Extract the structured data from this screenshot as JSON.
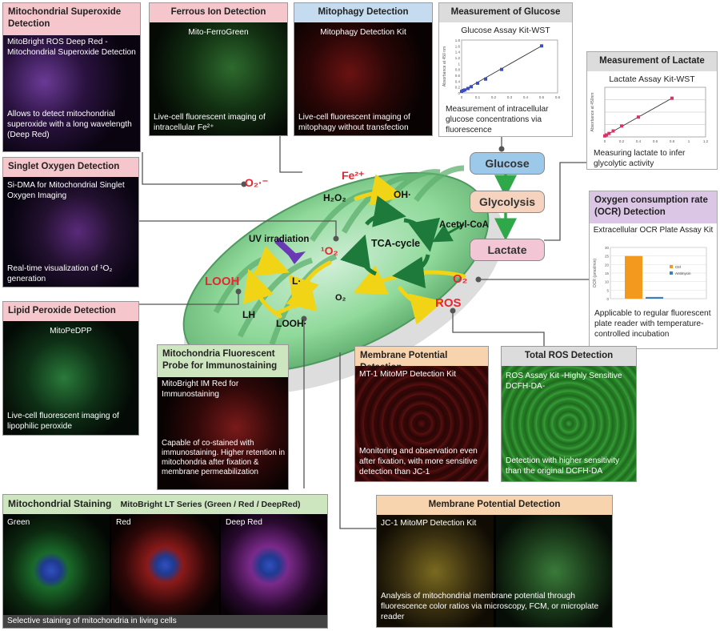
{
  "panels": {
    "superoxide": {
      "title": "Mitochondrial Superoxide Detection",
      "product": "MitoBright ROS Deep Red - Mitochondrial Superoxide Detection",
      "desc": "Allows to detect mitochondrial superoxide with a long wavelength (Deep Red)"
    },
    "ferrous": {
      "title": "Ferrous Ion Detection",
      "product": "Mito-FerroGreen",
      "desc": "Live-cell fluorescent imaging of intracellular Fe²⁺"
    },
    "mitophagy": {
      "title": "Mitophagy Detection",
      "product": "Mitophagy Detection Kit",
      "desc": "Live-cell fluorescent imaging of mitophagy without transfection"
    },
    "glucose": {
      "title": "Measurement of Glucose",
      "product": "Glucose Assay Kit-WST",
      "desc": "Measurement of intracellular glucose concentrations via fluorescence"
    },
    "lactate": {
      "title": "Measurement of Lactate",
      "product": "Lactate Assay Kit-WST",
      "desc": "Measuring lactate to infer glycolytic activity"
    },
    "singlet": {
      "title": "Singlet Oxygen Detection",
      "product": "Si-DMA for Mitochondrial Singlet Oxygen Imaging",
      "desc": "Real-time visualization of ¹O₂ generation"
    },
    "ocr": {
      "title": "Oxygen consumption rate (OCR) Detection",
      "product": "Extracellular OCR Plate Assay Kit",
      "desc": "Applicable to regular fluorescent plate reader with temperature-controlled incubation"
    },
    "lipid": {
      "title": "Lipid Peroxide Detection",
      "product": "MitoPeDPP",
      "desc": "Live-cell fluorescent imaging of lipophilic peroxide"
    },
    "immuno": {
      "title": "Mitochondria Fluorescent Probe for Immunostaining",
      "product": "MitoBright IM Red for Immunostaining",
      "desc": "Capable of co-stained with immunostaining. Higher retention in mitochondria after fixation & membrane permeabilization"
    },
    "membrane1": {
      "title": "Membrane Potential Detection",
      "product": "MT-1 MitoMP Detection Kit",
      "desc": "Monitoring and observation even after fixation, with more sensitive detection than JC-1"
    },
    "totalros": {
      "title": "Total ROS Detection",
      "product": "ROS Assay Kit -Highly Sensitive DCFH-DA-",
      "desc": "Detection with higher sensitivity than the original DCFH-DA"
    },
    "staining": {
      "title": "Mitochondrial Staining",
      "series": "MitoBright LT Series (Green / Red / DeepRed)",
      "green": "Green",
      "red": "Red",
      "deepred": "Deep Red",
      "desc": "Selective staining of mitochondria in living cells"
    },
    "membrane2": {
      "title": "Membrane Potential Detection",
      "product": "JC-1 MitoMP Detection Kit",
      "desc": "Analysis of mitochondrial membrane potential through fluorescence color ratios via microscopy, FCM, or microplate reader"
    }
  },
  "center": {
    "o2_superoxide": "O₂·⁻",
    "fe2": "Fe²⁺",
    "h2o2": "H₂O₂",
    "oh": "OH·",
    "acetyl": "Acetyl-CoA",
    "tca": "TCA-cycle",
    "uv": "UV irradiation",
    "singlet_o2": "¹O₂",
    "looh": "LOOH",
    "l_rad": "L·",
    "lh": "LH",
    "o2_small": "O₂",
    "looh_rad": "LOOH·",
    "o2": "O₂",
    "ros": "ROS",
    "glucose": "Glucose",
    "glycolysis": "Glycolysis",
    "lactate": "Lactate"
  },
  "glucose_chart": {
    "ylabel": "Absorbance at 450 nm",
    "yticks": [
      "1.8",
      "1.6",
      "1.4",
      "1.2",
      "1",
      "0.8",
      "0.6",
      "0.4",
      "0.2",
      "0"
    ],
    "xticks": [
      "0",
      "0.1",
      "0.2",
      "0.3",
      "0.4",
      "0.5",
      "0.6"
    ]
  },
  "lactate_chart": {
    "ylabel": "Absorbance at 450nm",
    "xticks": [
      "0",
      "0.2",
      "0.4",
      "0.6",
      "0.8",
      "1",
      "1.2"
    ]
  },
  "ocr_chart": {
    "ylabel": "OCR (pmol/min)",
    "yticks": [
      "30",
      "25",
      "20",
      "15",
      "10",
      "5",
      "0"
    ],
    "legend": [
      "Ctrl",
      "Antimycin"
    ]
  },
  "chart_data": [
    {
      "type": "scatter",
      "title": "Glucose Assay Kit-WST",
      "ylabel": "Absorbance at 450 nm",
      "xlim": [
        0,
        0.6
      ],
      "ylim": [
        0,
        1.8
      ],
      "x": [
        0,
        0.01,
        0.02,
        0.04,
        0.06,
        0.1,
        0.15,
        0.25,
        0.5
      ],
      "y": [
        0.05,
        0.08,
        0.1,
        0.15,
        0.21,
        0.33,
        0.47,
        0.8,
        1.6
      ]
    },
    {
      "type": "scatter",
      "title": "Lactate Assay Kit-WST",
      "ylabel": "Absorbance at 450nm",
      "xlim": [
        0,
        1.2
      ],
      "ylim": [
        0,
        1
      ],
      "x": [
        0,
        0.02,
        0.05,
        0.1,
        0.2,
        0.4,
        0.8
      ],
      "y": [
        0.02,
        0.04,
        0.07,
        0.12,
        0.22,
        0.4,
        0.78
      ]
    },
    {
      "type": "bar",
      "title": "Extracellular OCR Plate Assay Kit",
      "ylabel": "OCR (pmol/min)",
      "ylim": [
        0,
        30
      ],
      "series": [
        {
          "name": "Ctrl",
          "values": [
            25
          ]
        },
        {
          "name": "Antimycin",
          "values": [
            1
          ]
        }
      ]
    }
  ],
  "colors": {
    "accent_red": "#e8262e",
    "mito_green": "#8fd99a",
    "tca_green": "#1e7a3a",
    "arrow_yellow": "#f2d416"
  }
}
